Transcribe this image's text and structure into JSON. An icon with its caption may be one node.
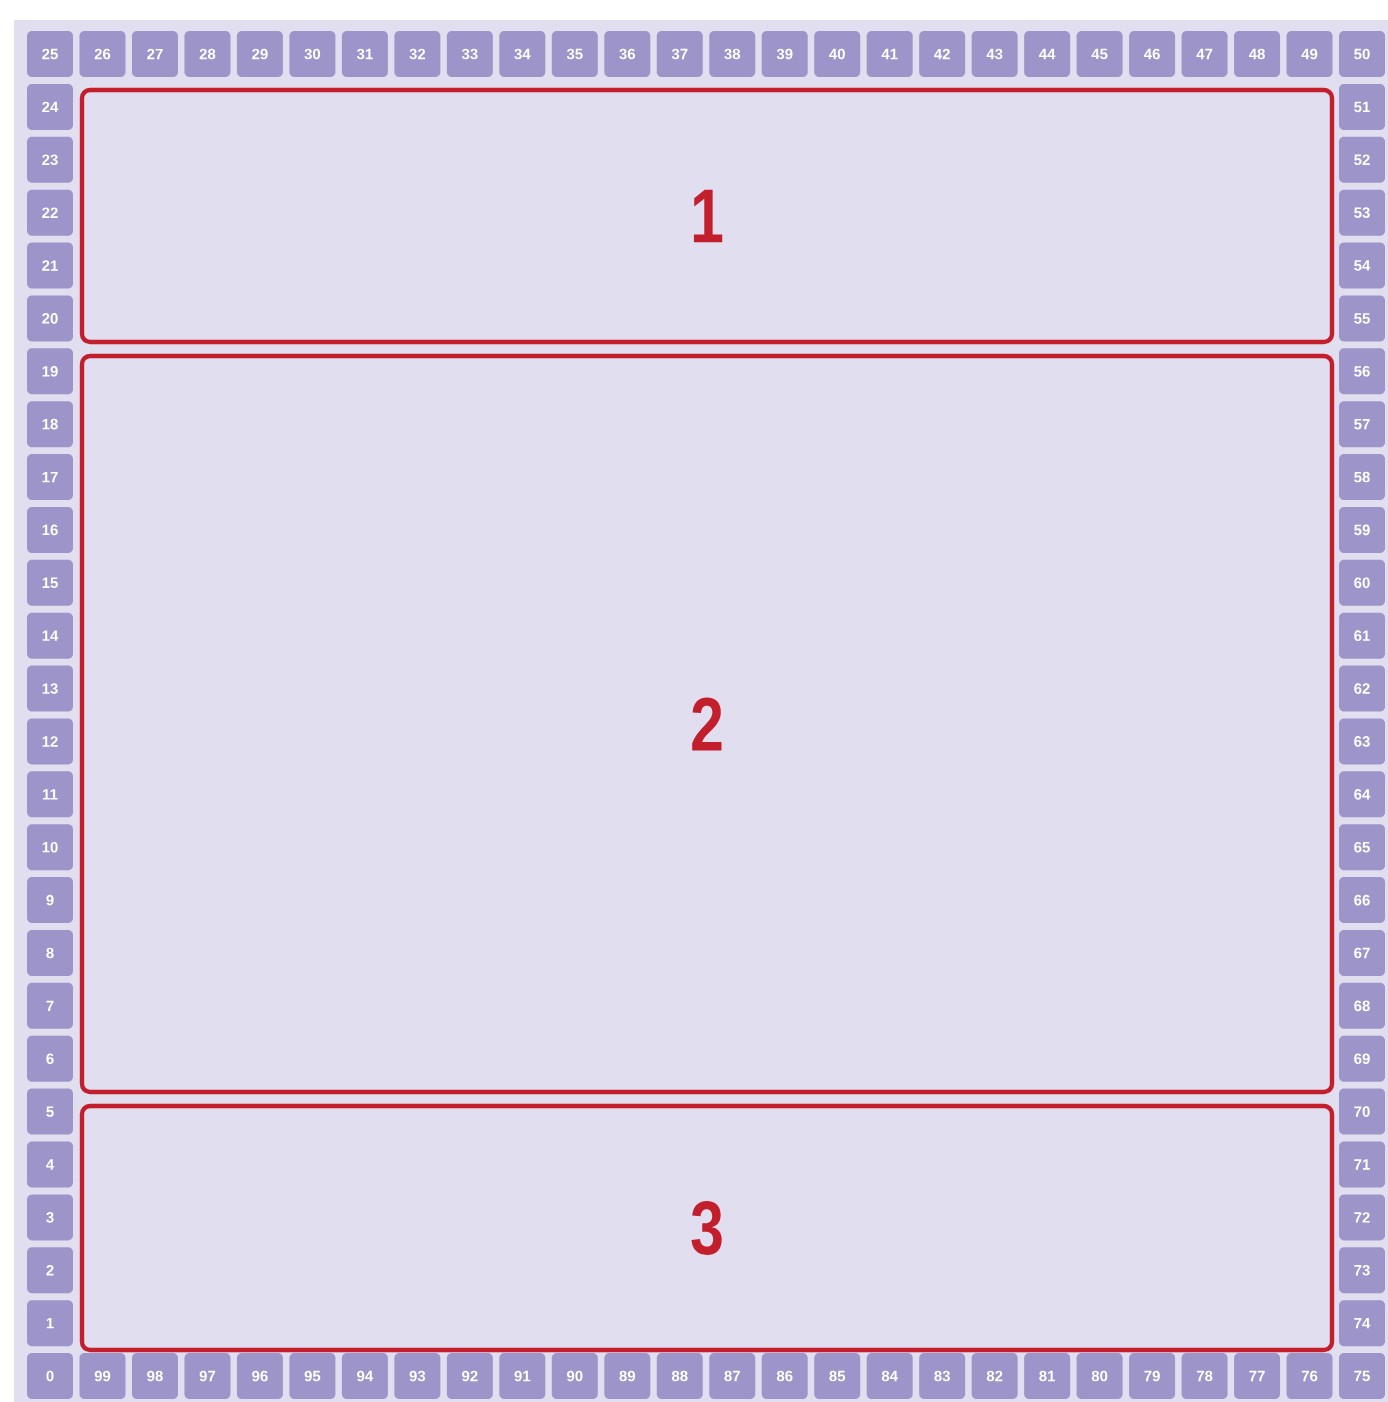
{
  "diagram": {
    "nodes": [
      {
        "text": [
          "0"
        ]
      },
      {
        "text": [
          "1"
        ]
      },
      {
        "text": [
          "2"
        ]
      },
      {
        "text": [
          "3"
        ]
      },
      {
        "text": [
          "4"
        ]
      },
      {
        "text": [
          "5"
        ]
      },
      {
        "text": [
          "6"
        ]
      },
      {
        "text": [
          "7"
        ]
      },
      {
        "text": [
          "8"
        ]
      },
      {
        "text": [
          "9"
        ]
      },
      {
        "text": [
          "10"
        ]
      },
      {
        "text": [
          "11"
        ]
      },
      {
        "text": [
          "12"
        ]
      },
      {
        "text": [
          "13"
        ]
      },
      {
        "text": [
          "14"
        ]
      },
      {
        "text": [
          "15"
        ]
      },
      {
        "text": [
          "16"
        ]
      },
      {
        "text": [
          "17"
        ]
      },
      {
        "text": [
          "18"
        ]
      },
      {
        "text": [
          "19"
        ]
      },
      {
        "text": [
          "20"
        ]
      },
      {
        "text": [
          "21"
        ]
      },
      {
        "text": [
          "22"
        ]
      },
      {
        "text": [
          "23"
        ]
      },
      {
        "text": [
          "24"
        ]
      },
      {
        "text": [
          "25"
        ]
      },
      {
        "text": [
          "26"
        ]
      },
      {
        "text": [
          "27"
        ]
      },
      {
        "text": [
          "28"
        ]
      },
      {
        "text": [
          "29"
        ]
      },
      {
        "text": [
          "30"
        ]
      },
      {
        "text": [
          "31"
        ]
      },
      {
        "text": [
          "32"
        ]
      },
      {
        "text": [
          "33"
        ]
      },
      {
        "text": [
          "34"
        ]
      },
      {
        "text": [
          "35"
        ]
      },
      {
        "text": [
          "36"
        ]
      },
      {
        "text": [
          "37"
        ]
      },
      {
        "text": [
          "38"
        ]
      },
      {
        "text": [
          "39"
        ]
      },
      {
        "text": [
          "40"
        ]
      },
      {
        "text": [
          "41"
        ]
      },
      {
        "text": [
          "42"
        ]
      },
      {
        "text": [
          "43"
        ]
      },
      {
        "text": [
          "44"
        ]
      },
      {
        "text": [
          "45"
        ]
      },
      {
        "text": [
          "46"
        ]
      },
      {
        "text": [
          "47"
        ]
      },
      {
        "text": [
          "48"
        ]
      },
      {
        "text": [
          "49"
        ]
      },
      {
        "text": [
          "50"
        ]
      },
      {
        "text": [
          "51"
        ]
      },
      {
        "text": [
          "52"
        ]
      },
      {
        "text": [
          "53"
        ]
      },
      {
        "text": [
          "54"
        ]
      },
      {
        "text": [
          "55"
        ]
      },
      {
        "text": [
          "56"
        ]
      },
      {
        "text": [
          "57"
        ]
      },
      {
        "text": [
          "58"
        ]
      },
      {
        "text": [
          "59"
        ]
      },
      {
        "text": [
          "60"
        ]
      },
      {
        "text": [
          "61"
        ]
      },
      {
        "text": [
          "62"
        ]
      },
      {
        "text": [
          "63"
        ]
      },
      {
        "text": [
          "64"
        ]
      },
      {
        "text": [
          "65"
        ]
      },
      {
        "text": [
          "66"
        ]
      },
      {
        "text": [
          "67"
        ]
      },
      {
        "text": [
          "68"
        ]
      },
      {
        "text": [
          "69"
        ]
      },
      {
        "text": [
          "70"
        ]
      },
      {
        "text": [
          "71"
        ]
      },
      {
        "text": [
          "72"
        ]
      },
      {
        "text": [
          "73"
        ]
      },
      {
        "text": [
          "74"
        ]
      },
      {
        "text": [
          "75"
        ]
      },
      {
        "text": [
          "76"
        ]
      },
      {
        "text": [
          "77"
        ]
      },
      {
        "text": [
          "78"
        ]
      },
      {
        "text": [
          "79"
        ]
      },
      {
        "text": [
          "80"
        ]
      },
      {
        "text": [
          "81"
        ]
      },
      {
        "text": [
          "82"
        ]
      },
      {
        "text": [
          "83"
        ]
      },
      {
        "text": [
          "84"
        ]
      },
      {
        "text": [
          "85"
        ]
      },
      {
        "text": [
          "86"
        ]
      },
      {
        "text": [
          "87"
        ]
      },
      {
        "text": [
          "88"
        ]
      },
      {
        "text": [
          "89"
        ]
      },
      {
        "text": [
          "90"
        ]
      },
      {
        "text": [
          "91"
        ]
      },
      {
        "text": [
          "92"
        ]
      },
      {
        "text": [
          "93"
        ]
      },
      {
        "text": [
          "94"
        ]
      },
      {
        "text": [
          "95"
        ]
      },
      {
        "text": [
          "96"
        ]
      },
      {
        "text": [
          "97"
        ]
      },
      {
        "text": [
          "98"
        ]
      },
      {
        "text": [
          "99"
        ]
      },
      {
        "text": [
          "1"
        ]
      },
      {
        "text": [
          "2"
        ]
      },
      {
        "text": [
          "3"
        ]
      }
    ]
  }
}
